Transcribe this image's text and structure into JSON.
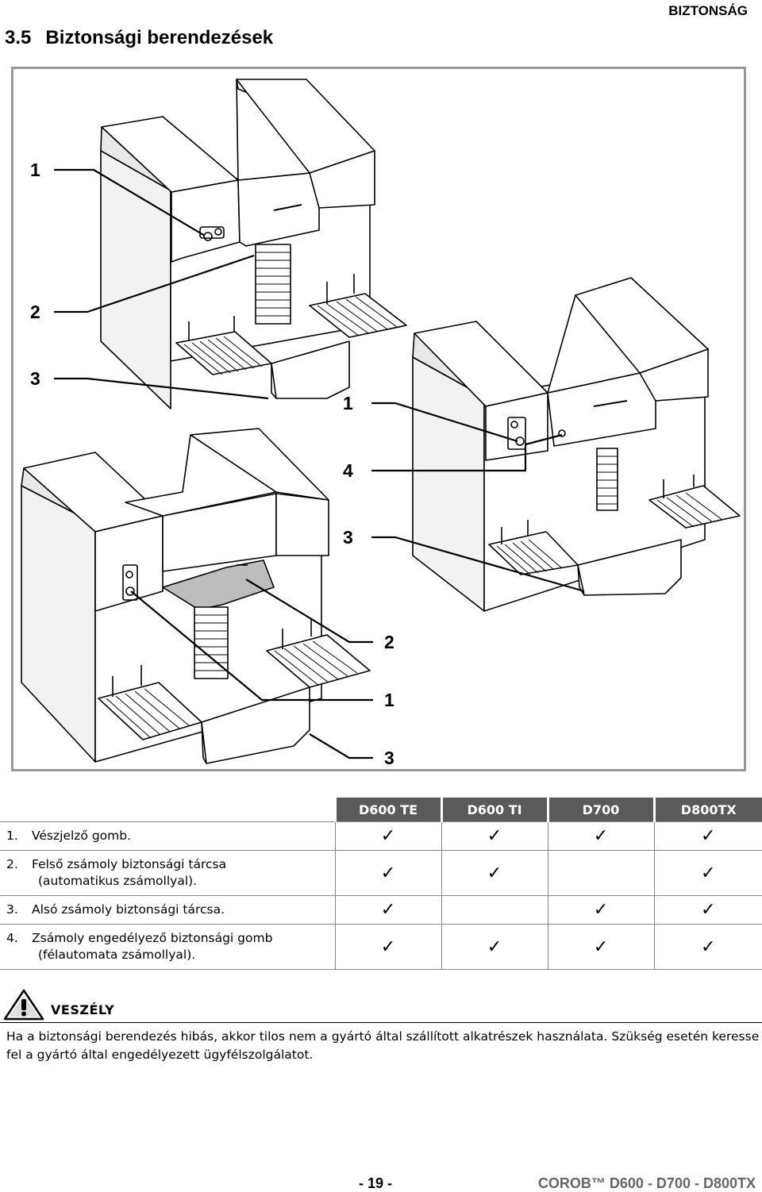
{
  "header": {
    "section_tag": "BIZTONSÁG"
  },
  "section": {
    "number": "3.5",
    "title": "Biztonsági berendezések"
  },
  "figure": {
    "callouts": [
      "1",
      "2",
      "3",
      "1",
      "4",
      "3",
      "2",
      "1",
      "3"
    ]
  },
  "compat_table": {
    "columns": [
      "D600 TE",
      "D600 TI",
      "D700",
      "D800TX"
    ],
    "check_glyph": "✓",
    "rows": [
      {
        "num": "1.",
        "lines": [
          "Vészjelző gomb."
        ],
        "checks": [
          true,
          true,
          true,
          true
        ]
      },
      {
        "num": "2.",
        "lines": [
          "Felső zsámoly biztonsági tárcsa",
          "(automatikus zsámollyal)."
        ],
        "checks": [
          true,
          true,
          false,
          true
        ]
      },
      {
        "num": "3.",
        "lines": [
          "Alsó zsámoly biztonsági tárcsa."
        ],
        "checks": [
          true,
          false,
          true,
          true
        ]
      },
      {
        "num": "4.",
        "lines": [
          "Zsámoly engedélyező biztonsági gomb",
          "(félautomata zsámollyal)."
        ],
        "checks": [
          true,
          true,
          true,
          true
        ]
      }
    ]
  },
  "warning": {
    "title": "VESZÉLY",
    "text": "Ha a biztonsági berendezés hibás, akkor tilos nem a gyártó által szállított alkatrészek használata. Szükség esetén keresse fel a gyártó által engedélyezett ügyfélszolgálatot."
  },
  "footer": {
    "page": "- 19 -",
    "brand": "COROB™ D600 - D700 - D800TX"
  }
}
